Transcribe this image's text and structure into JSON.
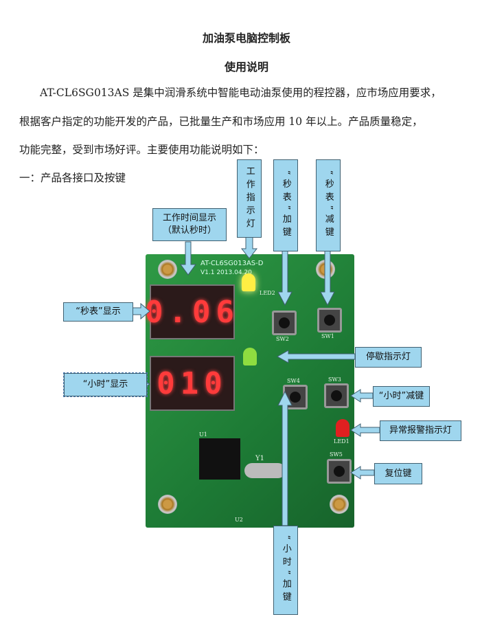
{
  "title": "加油泵电脑控制板",
  "subtitle": "使用说明",
  "paragraph": [
    "AT-CL6SG013AS 是集中润滑系统中智能电动油泵使用的程控器，应市场应用要求，",
    "根据客户指定的功能开发的产品，已批量生产和市场应用 10 年以上。产品质量稳定，",
    "功能完整，受到市场好评。主要使用功能说明如下："
  ],
  "section": "一：产品各接口及按键",
  "callouts": {
    "work_led": "工作指示灯",
    "sec_plus": "“秒表”加键",
    "sec_minus": "“秒表”减键",
    "work_time": "工作时间显示（默认秒时）",
    "sec_display": "“秒表”显示",
    "hour_display": "“小时”显示",
    "pause_led": "停歇指示灯",
    "hour_minus": "“小时”减键",
    "alarm_led": "异常报警指示灯",
    "reset": "复位键",
    "hour_plus": "“小时”加键"
  },
  "pcb": {
    "model": "AT-CL6SG013AS-D",
    "version": "V1.1  2013.04.20",
    "display_top": "0.06",
    "display_bottom": "010",
    "labels": [
      "SW1",
      "SW2",
      "SW3",
      "SW4",
      "SW5",
      "U1",
      "U2",
      "Y1",
      "LED1",
      "LED2"
    ]
  },
  "colors": {
    "callout": "#9fd6ee",
    "pcb": "#1f8a3c",
    "segment": "#ff3b3b"
  }
}
